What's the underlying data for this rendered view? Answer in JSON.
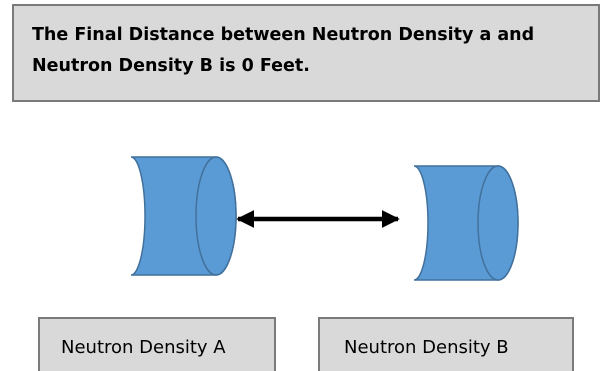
{
  "headline": "The Final Distance between Neutron Density a and Neutron Density B is 0 Feet.",
  "cylinders": {
    "a": {
      "label": "Neutron Density A"
    },
    "b": {
      "label": "Neutron Density B"
    }
  },
  "connector": {
    "type": "double-headed-arrow"
  },
  "colors": {
    "cylinder_fill": "#5b9bd5",
    "cylinder_stroke": "#41719c",
    "box_fill": "#d9d9d9",
    "box_border": "#7a7a7a",
    "arrow": "#000000"
  }
}
